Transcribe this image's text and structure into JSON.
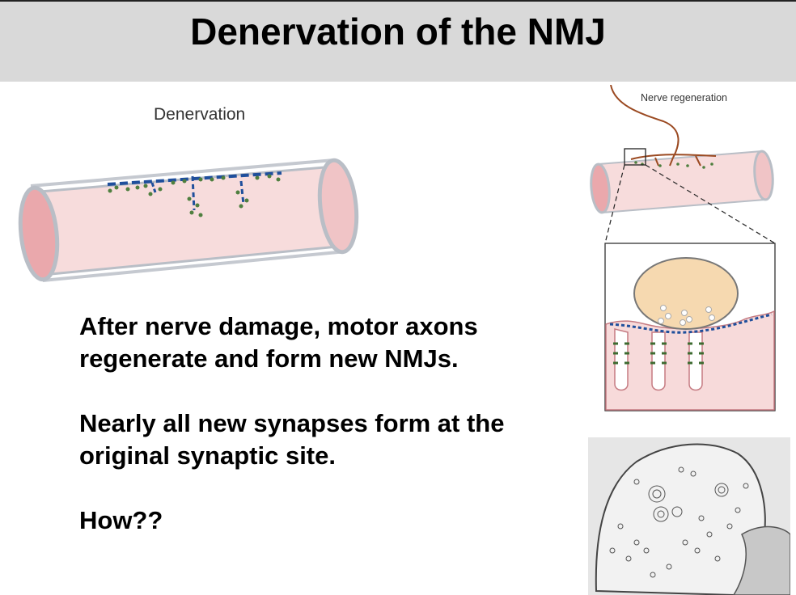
{
  "slide": {
    "title": "Denervation of the NMJ",
    "paragraphs": [
      {
        "lines": [
          "After nerve damage, motor axons",
          "regenerate and form new NMJs."
        ]
      },
      {
        "lines": [
          "Nearly all new synapses form at the",
          "original synaptic site."
        ]
      },
      {
        "lines": [
          "How??"
        ]
      }
    ]
  },
  "figures": {
    "left_label": "Denervation",
    "right_label": "Nerve regeneration"
  },
  "colors": {
    "title_bar": "#d9d9d9",
    "muscle_fill": "#f7dada",
    "muscle_end": "#eaa8ac",
    "receptor_blue": "#1f4f9c",
    "receptor_green": "#4f7f3f",
    "nerve_brown": "#9b4a22",
    "terminal_fill": "#f6d9b0"
  }
}
